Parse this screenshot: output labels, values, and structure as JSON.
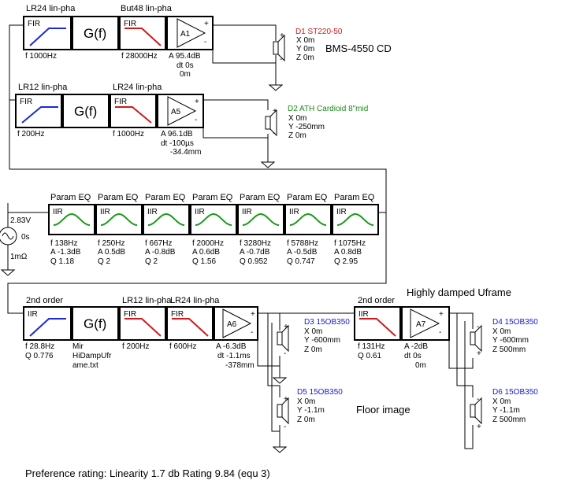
{
  "colors": {
    "fir_blue": "#1a2ad6",
    "fir_red": "#d21a1a",
    "eq_green": "#1a9a1a",
    "d1_label": "#d21a1a",
    "d2_label": "#1a8a1a",
    "d3_label": "#1a1ad0"
  },
  "row1": {
    "fir1": {
      "title": "LR24 lin-pha",
      "tag": "FIR",
      "param": "f   1000Hz"
    },
    "gf1": {
      "label": "G(f)"
    },
    "fir2": {
      "title": "But48 lin-pha",
      "tag": "FIR",
      "param": "f   28000Hz"
    },
    "amp": {
      "name": "A1",
      "plus": "+",
      "minus": "-",
      "l1": "A  95.4dB",
      "l2": "dt 0s",
      "l3": "0m"
    },
    "driver": {
      "name": "D1 ST220-50",
      "x": "X 0m",
      "y": "Y 0m",
      "z": "Z 0m",
      "plus": "+",
      "minus": "-",
      "model": "BMS-4550 CD"
    }
  },
  "row2": {
    "fir1": {
      "title": "LR12 lin-pha",
      "tag": "FIR",
      "param": "f   200Hz"
    },
    "gf1": {
      "label": "G(f)"
    },
    "fir2": {
      "title": "LR24 lin-pha",
      "tag": "FIR",
      "param": "f   1000Hz"
    },
    "amp": {
      "name": "A5",
      "plus": "+",
      "minus": "-",
      "l1": "A  96.1dB",
      "l2": "dt -100µs",
      "l3": "-34.4mm"
    },
    "driver": {
      "name": "D2 ATH Cardioid 8\"mid",
      "x": "X 0m",
      "y": "Y -250mm",
      "z": "Z 0m",
      "plus": "+",
      "minus": "-"
    }
  },
  "source": {
    "v": "2.83V",
    "t": "0s",
    "r": "1mΩ"
  },
  "eq": [
    {
      "title": "Param EQ",
      "tag": "IIR",
      "f": "f   138Hz",
      "a": "A  -1.3dB",
      "q": "Q  1.18"
    },
    {
      "title": "Param EQ",
      "tag": "IIR",
      "f": "f   250Hz",
      "a": "A  0.5dB",
      "q": "Q  2"
    },
    {
      "title": "Param EQ",
      "tag": "IIR",
      "f": "f   667Hz",
      "a": "A  -0.8dB",
      "q": "Q  2"
    },
    {
      "title": "Param EQ",
      "tag": "IIR",
      "f": "f   2000Hz",
      "a": "A  0.6dB",
      "q": "Q  1.56"
    },
    {
      "title": "Param EQ",
      "tag": "IIR",
      "f": "f   3280Hz",
      "a": "A  -0.7dB",
      "q": "Q  0.952"
    },
    {
      "title": "Param EQ",
      "tag": "IIR",
      "f": "f   5788Hz",
      "a": "A  -0.5dB",
      "q": "Q  0.747"
    },
    {
      "title": "Param EQ",
      "tag": "IIR",
      "f": "f   1075Hz",
      "a": "A  0.8dB",
      "q": "Q  2.95"
    }
  ],
  "row4": {
    "iir1": {
      "title": "2nd order",
      "tag": "IIR",
      "p1": "f   28.8Hz",
      "p2": "Q  0.776"
    },
    "gf": {
      "label": "G(f)",
      "p1": "Mir",
      "p2": "HiDampUfr",
      "p3": "ame.txt"
    },
    "fir1": {
      "title": "LR12 lin-pha",
      "tag": "FIR",
      "param": "f   200Hz"
    },
    "fir2": {
      "title": "LR24 lin-pha",
      "tag": "FIR",
      "param": "f   600Hz"
    },
    "amp": {
      "name": "A6",
      "plus": "+",
      "minus": "-",
      "l1": "A  -6.3dB",
      "l2": "dt -1.1ms",
      "l3": "-378mm"
    },
    "d3": {
      "name": "D3 15OB350",
      "x": "X 0m",
      "y": "Y -600mm",
      "z": "Z 0m",
      "plus": "+",
      "minus": "-"
    },
    "d5": {
      "name": "D5 15OB350",
      "x": "X 0m",
      "y": "Y -1.1m",
      "z": "Z 0m",
      "plus": "+",
      "minus": "-"
    },
    "floor_label": "Floor image",
    "iir2": {
      "title": "2nd order",
      "tag": "IIR",
      "p1": "f   131Hz",
      "p2": "Q  0.61"
    },
    "amp2": {
      "name": "A7",
      "plus": "+",
      "minus": "-",
      "l1": "A  -2dB",
      "l2": "dt 0s",
      "l3": "0m"
    },
    "d4": {
      "name": "D4 15OB350",
      "x": "X 0m",
      "y": "Y -600mm",
      "z": "Z 500mm",
      "plus": "+",
      "minus": "-"
    },
    "d6": {
      "name": "D6 15OB350",
      "x": "X 0m",
      "y": "Y -1.1m",
      "z": "Z 500mm",
      "plus": "+",
      "minus": "-"
    },
    "uframe_label": "Highly damped Uframe"
  },
  "footer": "Preference rating: Linearity 1.7 db  Rating 9.84   (equ 3)"
}
